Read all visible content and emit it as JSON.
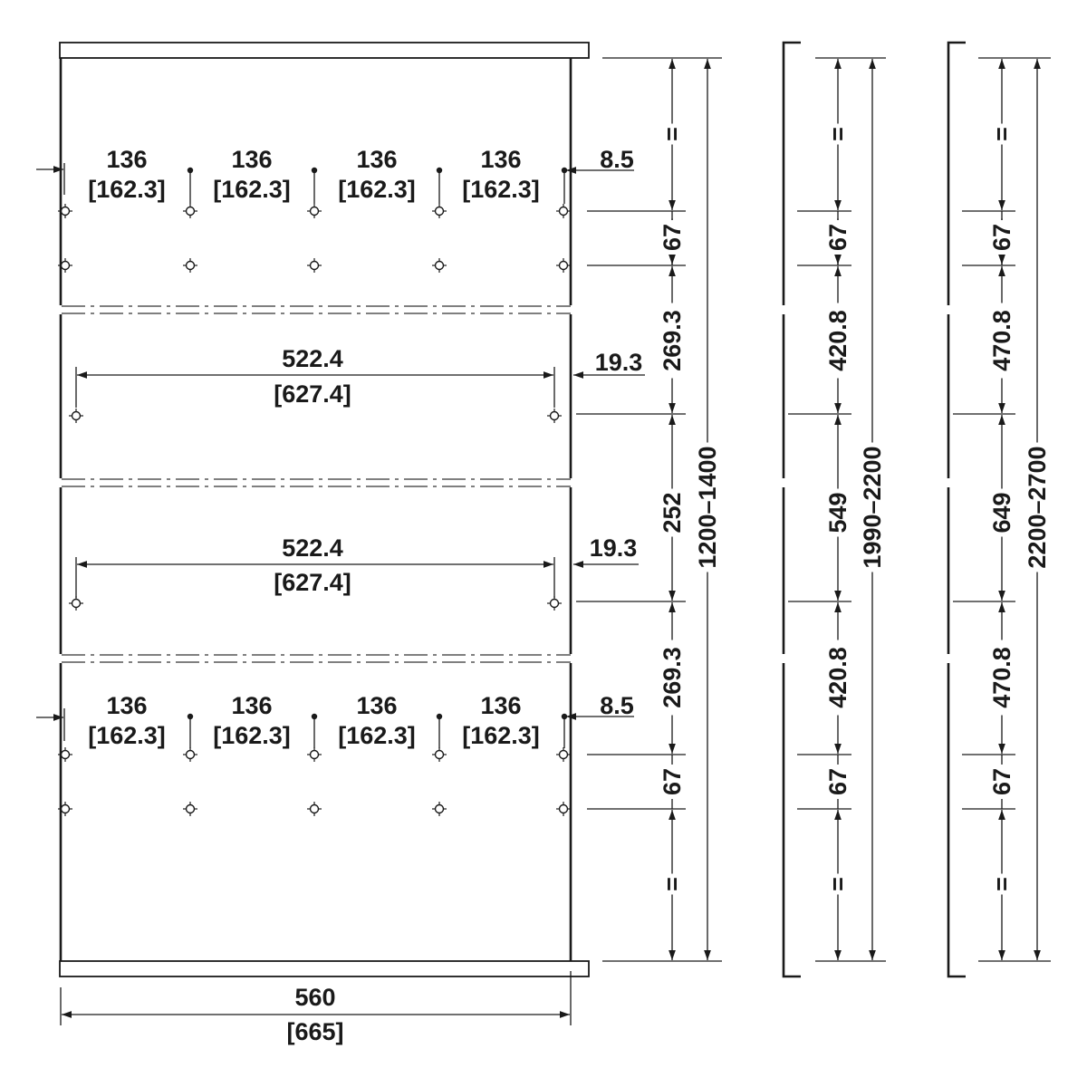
{
  "top_group": {
    "pitch_labels": [
      {
        "main": "136",
        "alt": "[162.3]"
      },
      {
        "main": "136",
        "alt": "[162.3]"
      },
      {
        "main": "136",
        "alt": "[162.3]"
      },
      {
        "main": "136",
        "alt": "[162.3]"
      }
    ],
    "edge_offset": "8.5"
  },
  "middle_upper": {
    "span_main": "522.4",
    "span_alt": "[627.4]",
    "edge_offset": "19.3"
  },
  "middle_lower": {
    "span_main": "522.4",
    "span_alt": "[627.4]",
    "edge_offset": "19.3"
  },
  "bottom_group": {
    "pitch_labels": [
      {
        "main": "136",
        "alt": "[162.3]"
      },
      {
        "main": "136",
        "alt": "[162.3]"
      },
      {
        "main": "136",
        "alt": "[162.3]"
      },
      {
        "main": "136",
        "alt": "[162.3]"
      }
    ],
    "edge_offset": "8.5"
  },
  "width": {
    "main": "560",
    "alt": "[665]"
  },
  "columns": [
    {
      "equal_top": "=",
      "hole_pitch_top": "67",
      "upper_spacing": "269.3",
      "center_spacing": "252",
      "lower_spacing": "269.3",
      "hole_pitch_bottom": "67",
      "equal_bottom": "=",
      "overall_height": "1200–1400"
    },
    {
      "equal_top": "=",
      "hole_pitch_top": "67",
      "upper_spacing": "420.8",
      "center_spacing": "549",
      "lower_spacing": "420.8",
      "hole_pitch_bottom": "67",
      "equal_bottom": "=",
      "overall_height": "1990–2200"
    },
    {
      "equal_top": "=",
      "hole_pitch_top": "67",
      "upper_spacing": "470.8",
      "center_spacing": "649",
      "lower_spacing": "470.8",
      "hole_pitch_bottom": "67",
      "equal_bottom": "=",
      "overall_height": "2200–2700"
    }
  ]
}
